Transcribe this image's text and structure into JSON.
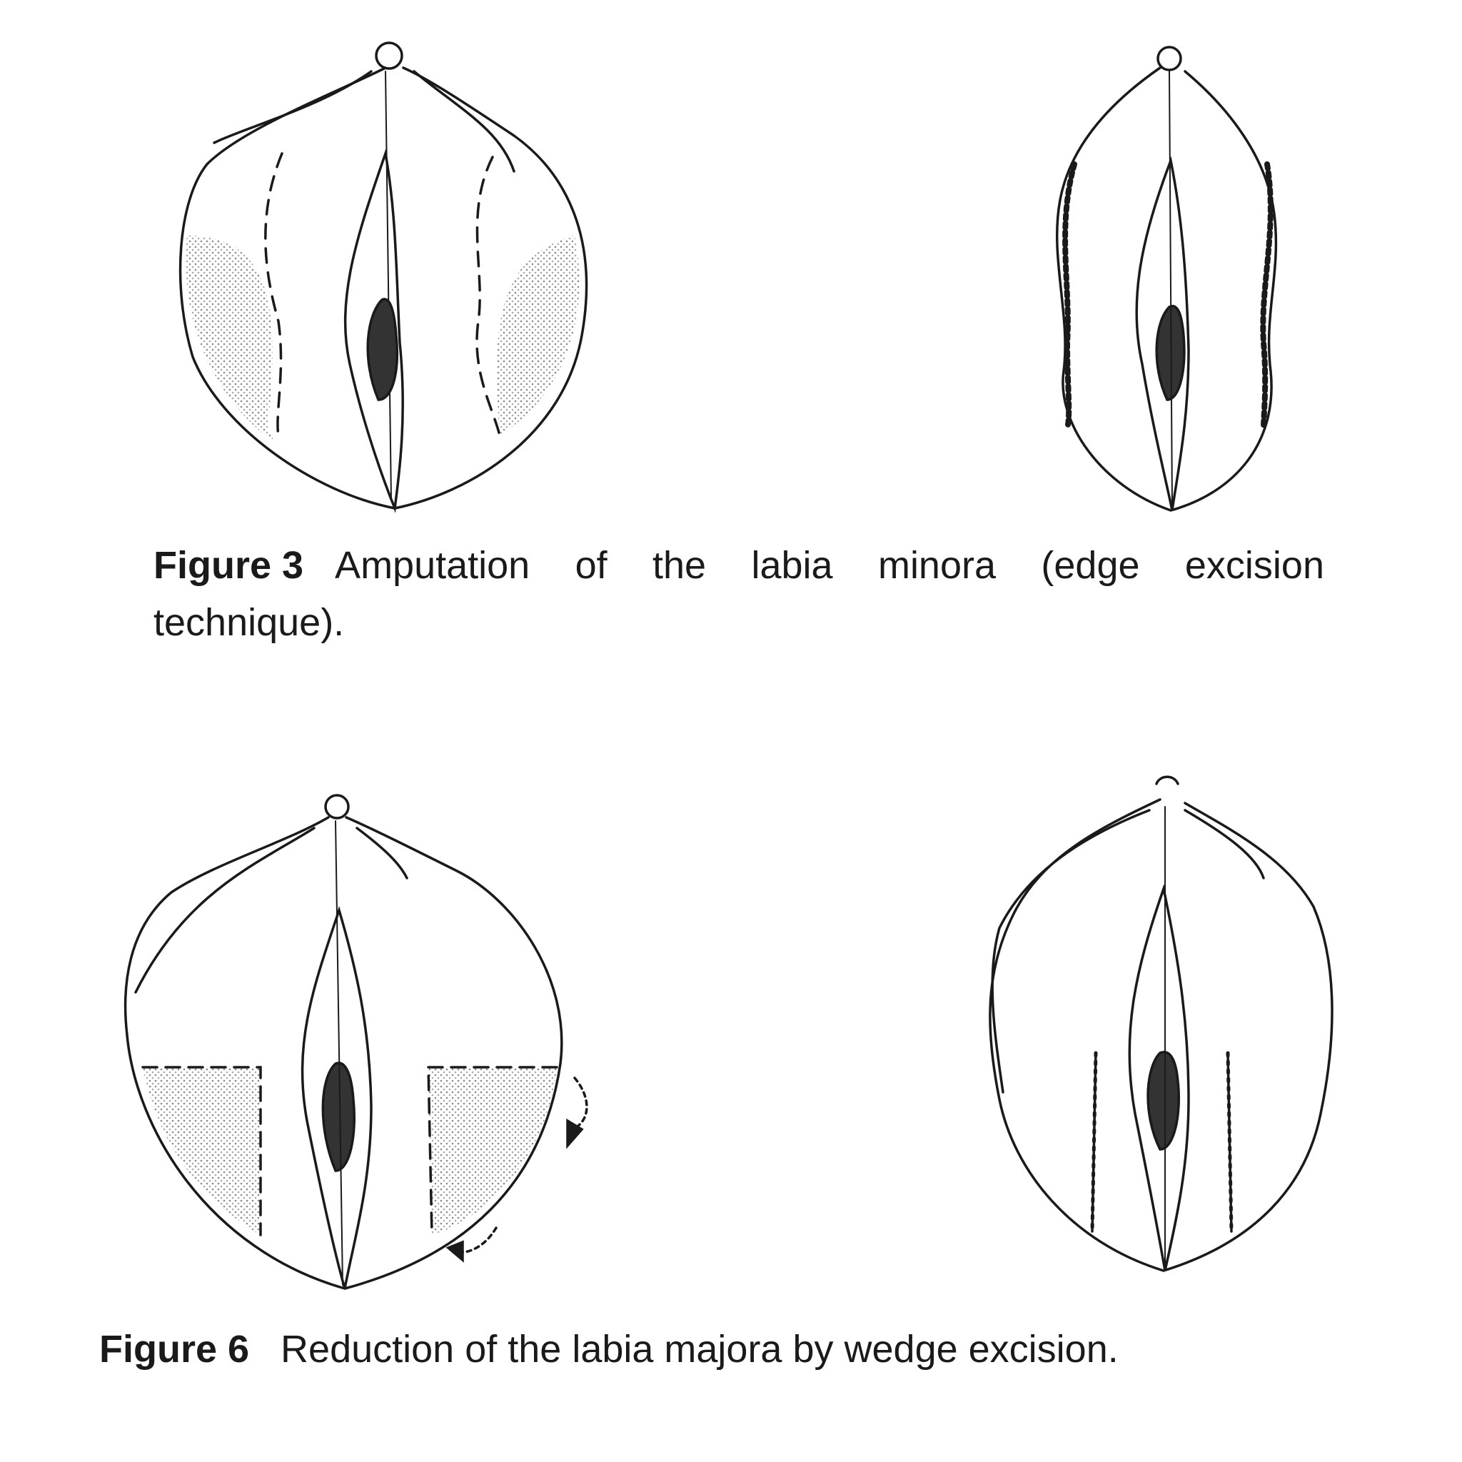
{
  "figures": [
    {
      "label": "Figure 3",
      "caption_line1": "Amputation of the labia minora (edge excision",
      "caption_line2": "technique).",
      "panels": [
        "before-illustration",
        "after-illustration"
      ]
    },
    {
      "label": "Figure 6",
      "caption": "Reduction of the labia majora by wedge excision.",
      "panels": [
        "before-illustration",
        "after-illustration"
      ]
    }
  ],
  "colors": {
    "ink": "#1a1a1a",
    "stipple": "#9a9a9a"
  }
}
